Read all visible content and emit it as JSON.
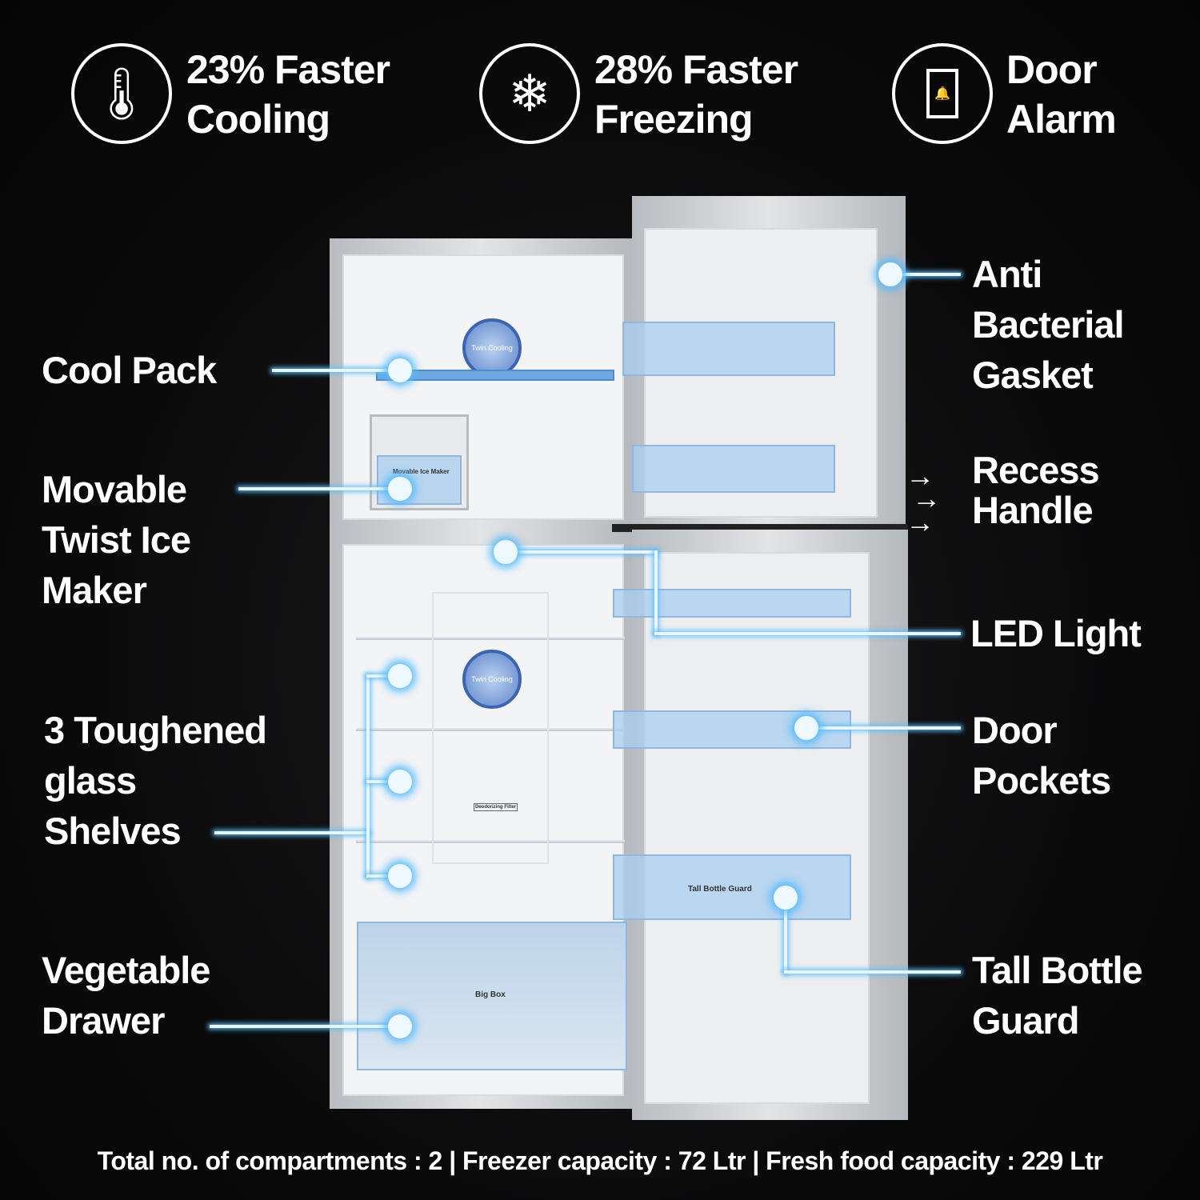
{
  "features": [
    {
      "icon": "thermometer-snowflake-icon",
      "line1": "23% Faster",
      "line2": "Cooling"
    },
    {
      "icon": "snowflake-icon",
      "line1": "28% Faster",
      "line2": "Freezing"
    },
    {
      "icon": "door-alarm-icon",
      "line1": "Door",
      "line2": "Alarm"
    }
  ],
  "callouts_left": [
    {
      "lines": [
        "Cool Pack"
      ]
    },
    {
      "lines": [
        "Movable",
        "Twist Ice",
        "Maker"
      ]
    },
    {
      "lines": [
        "3 Toughened",
        "glass",
        "Shelves"
      ]
    },
    {
      "lines": [
        "Vegetable",
        "Drawer"
      ]
    }
  ],
  "callouts_right": [
    {
      "lines": [
        "Anti",
        "Bacterial",
        "Gasket"
      ]
    },
    {
      "lines": [
        "Recess",
        "Handle"
      ]
    },
    {
      "lines": [
        "LED Light"
      ]
    },
    {
      "lines": [
        "Door",
        "Pockets"
      ]
    },
    {
      "lines": [
        "Tall Bottle",
        "Guard"
      ]
    }
  ],
  "product_labels": {
    "twin_cooling": "Twin Cooling",
    "ice_maker": "Movable Ice Maker",
    "deodorizing": "Deodorizing Filter",
    "tall_bottle": "Tall Bottle Guard",
    "big_box": "Big Box"
  },
  "footer": "Total no. of compartments : 2 | Freezer capacity : 72 Ltr | Fresh food capacity : 229 Ltr",
  "colors": {
    "accent_glow": "#5ab9ff",
    "line": "#eaf6ff",
    "background": "#0a0a0b"
  }
}
